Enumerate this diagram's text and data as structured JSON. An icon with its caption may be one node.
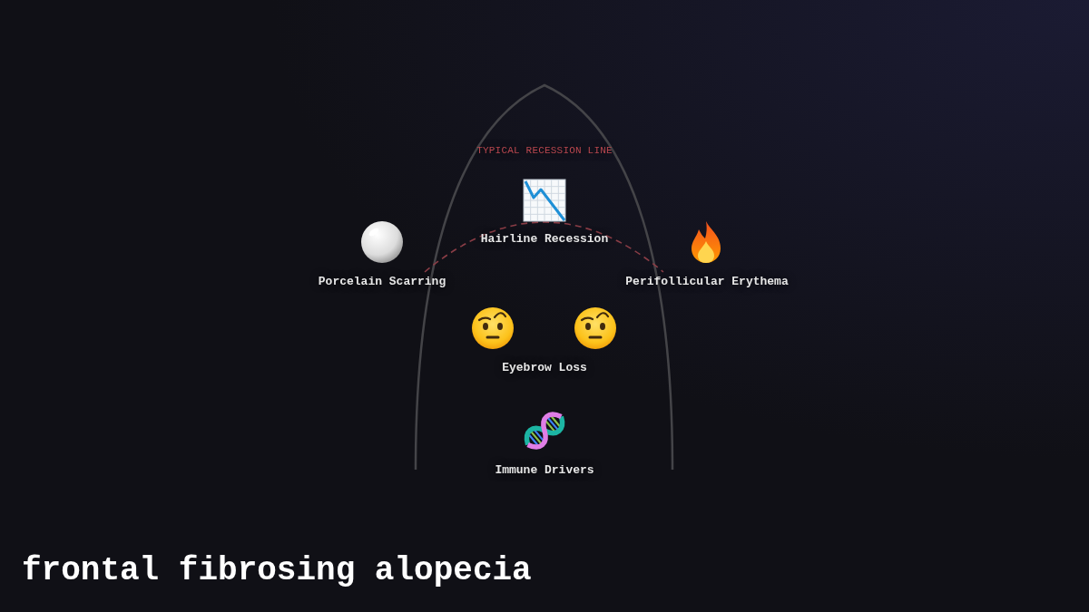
{
  "diagram": {
    "title": "frontal fibrosing alopecia",
    "labels": [
      "TYPICAL RECESSION LINE",
      "Hairline Recession",
      "Porcelain Scarring",
      "Perifollicular Erythema",
      "Eyebrow Loss",
      "Immune Drivers"
    ]
  }
}
